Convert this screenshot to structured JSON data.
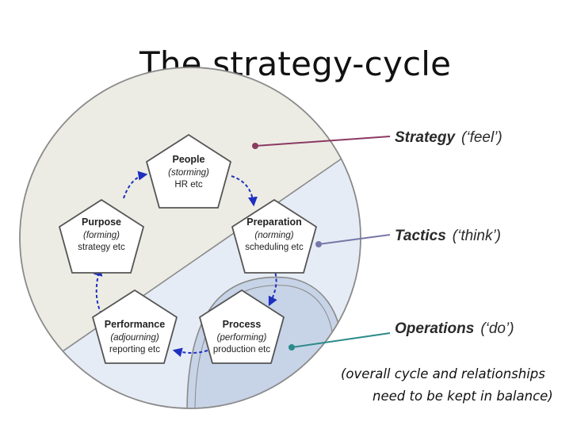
{
  "title": "The strategy-cycle",
  "nodes": {
    "people": {
      "name": "People",
      "phase": "(storming)",
      "area": "HR etc"
    },
    "preparation": {
      "name": "Preparation",
      "phase": "(norming)",
      "area": "scheduling etc"
    },
    "process": {
      "name": "Process",
      "phase": "(performing)",
      "area": "production etc"
    },
    "performance": {
      "name": "Performance",
      "phase": "(adjourning)",
      "area": "reporting etc"
    },
    "purpose": {
      "name": "Purpose",
      "phase": "(forming)",
      "area": "strategy etc"
    }
  },
  "levels": {
    "strategy": {
      "label": "Strategy",
      "verb": "(‘feel’)"
    },
    "tactics": {
      "label": "Tactics",
      "verb": "(‘think’)"
    },
    "operations": {
      "label": "Operations",
      "verb": "(‘do’)"
    }
  },
  "note": {
    "line1": "(overall cycle and relationships",
    "line2": "need to be kept in balance)"
  },
  "colors": {
    "strategy_region": "#ecece4",
    "tactics_region": "#e6ecf6",
    "operations_region": "#c7d3e7",
    "strategy_line": "#8b3a62",
    "tactics_line": "#7777a8",
    "operations_line": "#2b8a8a",
    "cycle_arrows": "#1f2fc0"
  }
}
